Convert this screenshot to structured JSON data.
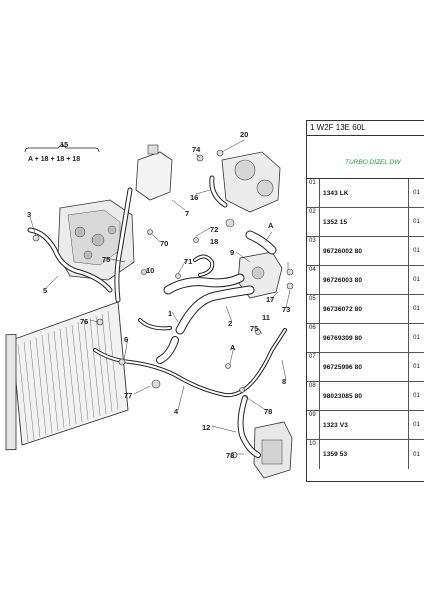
{
  "diagram": {
    "group": {
      "number": "15",
      "formula": "A + 18 + 18 + 18"
    },
    "callouts": [
      "20",
      "74",
      "16",
      "7",
      "3",
      "72",
      "70",
      "75",
      "10",
      "71",
      "5",
      "9",
      "18",
      "17",
      "73",
      "1",
      "2",
      "76",
      "6",
      "11",
      "75",
      "77",
      "4",
      "8",
      "78",
      "12",
      "78",
      "A",
      "A"
    ]
  },
  "parts_panel": {
    "header": "1 W2F  13E 60L",
    "engine": "TURBO DİZEL DW",
    "rows": [
      {
        "index": "01",
        "ref": "1343 LK",
        "qty": "01"
      },
      {
        "index": "02",
        "ref": "1352 15",
        "qty": "01"
      },
      {
        "index": "03",
        "ref": "96726002 80",
        "qty": "01"
      },
      {
        "index": "04",
        "ref": "96726003 80",
        "qty": "01"
      },
      {
        "index": "05",
        "ref": "96736072 80",
        "qty": "01"
      },
      {
        "index": "06",
        "ref": "96769309 80",
        "qty": "01"
      },
      {
        "index": "07",
        "ref": "96725996 80",
        "qty": "01"
      },
      {
        "index": "08",
        "ref": "98023085 80",
        "qty": "01"
      },
      {
        "index": "09",
        "ref": "1323 V3",
        "qty": "01"
      },
      {
        "index": "10",
        "ref": "1359 53",
        "qty": "01"
      }
    ]
  }
}
